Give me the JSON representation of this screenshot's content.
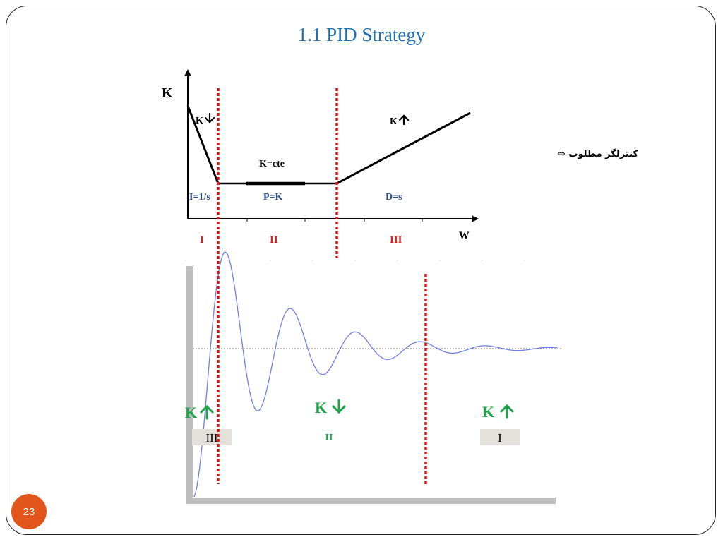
{
  "slide": {
    "title": "1.1 PID Strategy",
    "page_number": "23"
  },
  "top_plot": {
    "y_axis_label": "K",
    "x_axis_label": "w",
    "segment_labels": {
      "k_down": "K",
      "k_const": "K=cte",
      "k_up": "K"
    },
    "region_terms": [
      "I=1/s",
      "P=K",
      "D=s"
    ],
    "region_numerals": [
      "I",
      "II",
      "III"
    ],
    "desired_controller": "کنترلگر مطلوب ⇨"
  },
  "bottom_plot": {
    "k_labels": [
      "K",
      "K",
      "K"
    ],
    "region_labels": [
      "III",
      "II",
      "I"
    ]
  },
  "colors": {
    "title": "#1f6fb2",
    "region_term": "#2a4f8f",
    "region_numeral": "#d9241c",
    "divider": "#e01010",
    "response_curve": "#6f7fe8",
    "green_label": "#1fa34a",
    "axis_gray": "#bdbdbd",
    "badge": "#e2561b"
  }
}
